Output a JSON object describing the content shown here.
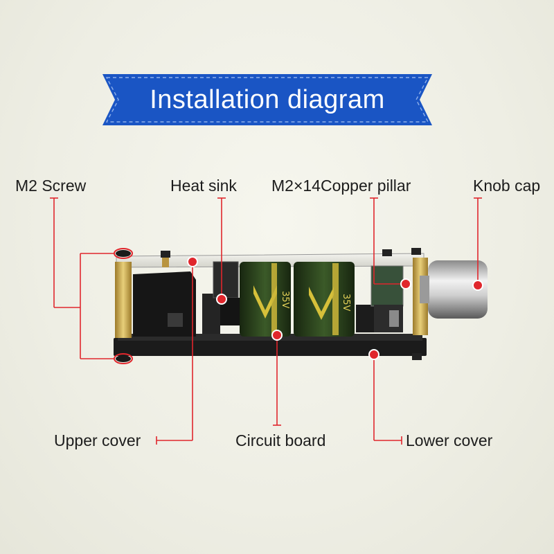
{
  "banner": {
    "title": "Installation diagram"
  },
  "labels": {
    "m2_screw": "M2 Screw",
    "heat_sink": "Heat sink",
    "copper_pillar": "M2×14Copper pillar",
    "knob_cap": "Knob cap",
    "upper_cover": "Upper cover",
    "circuit_board": "Circuit board",
    "lower_cover": "Lower cover"
  },
  "capacitor_marking": "35V",
  "colors": {
    "banner": "#1a55c4",
    "leader_line": "#e0262c",
    "capacitor": "#263a1c",
    "capacitor_mark": "#d6c03a",
    "brass": "#c9a64a",
    "board": "#1e1e1e"
  }
}
